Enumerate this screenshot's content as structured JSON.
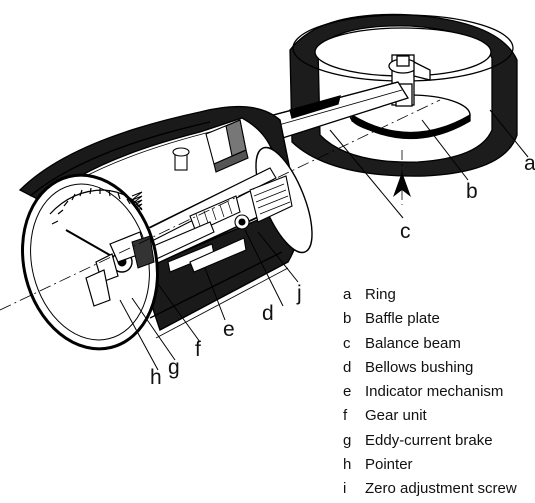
{
  "callouts": {
    "a": "a",
    "b": "b",
    "c": "c",
    "d": "d",
    "e": "e",
    "f": "f",
    "g": "g",
    "h": "h",
    "j": "j"
  },
  "legend": [
    {
      "letter": "a",
      "text": "Ring"
    },
    {
      "letter": "b",
      "text": "Baffle plate"
    },
    {
      "letter": "c",
      "text": "Balance beam"
    },
    {
      "letter": "d",
      "text": "Bellows bushing"
    },
    {
      "letter": "e",
      "text": "Indicator mechanism"
    },
    {
      "letter": "f",
      "text": "Gear unit"
    },
    {
      "letter": "g",
      "text": "Eddy-current brake"
    },
    {
      "letter": "h",
      "text": "Pointer"
    },
    {
      "letter": "i",
      "text": "Zero adjustment screw"
    }
  ]
}
